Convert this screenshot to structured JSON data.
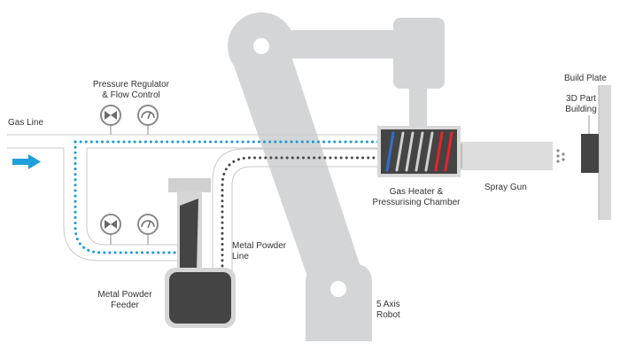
{
  "labels": {
    "gas_line": "Gas Line",
    "pressure_regulator": "Pressure Regulator\n& Flow Control",
    "metal_powder_line": "Metal Powder\nLine",
    "metal_powder_feeder": "Metal Powder\nFeeder",
    "gas_heater": "Gas Heater &\nPressurising Chamber",
    "spray_gun": "Spray Gun",
    "build_plate": "Build Plate",
    "part_building": "3D Part\nBuilding",
    "robot": "5 Axis\nRobot"
  },
  "colors": {
    "robot": "#d4d5d7",
    "gas_dots": "#1a9bd7",
    "powder_dots": "#4a4a4a",
    "flow_arrow": "#1ea0db",
    "coil_cold": "#2f6fd0",
    "coil_hot": "#e8232a",
    "dark": "#444444"
  },
  "icons": [
    "valve-icon",
    "pressure-gauge-icon"
  ]
}
